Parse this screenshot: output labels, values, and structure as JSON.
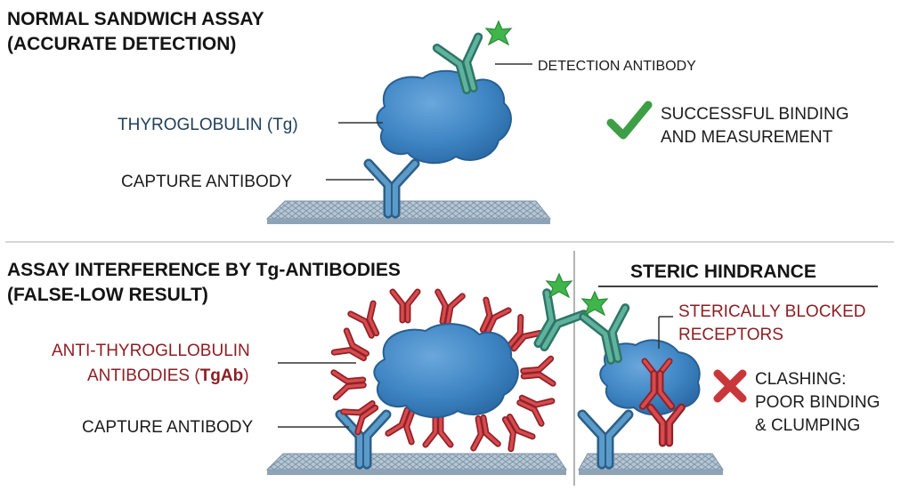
{
  "top": {
    "title_line1": "NORMAL SANDWICH ASSAY",
    "title_line2": "(ACCURATE DETECTION)",
    "label_detection": "DETECTION ANTIBODY",
    "label_tg": "THYROGLOBULIN (Tg)",
    "label_capture": "CAPTURE ANTIBODY",
    "result_line1": "SUCCESSFUL BINDING",
    "result_line2": "AND MEASUREMENT"
  },
  "bottom_left": {
    "title_line1": "ASSAY INTERFERENCE BY Tg-ANTIBODIES",
    "title_line2": "(FALSE-LOW RESULT)",
    "label_tgab_line1": "ANTI-THYROGLLOBULIN",
    "label_tgab_line2_prefix": "ANTIBODIES (",
    "label_tgab_line2_bold": "TgAb",
    "label_tgab_line2_suffix": ")",
    "label_capture": "CAPTURE ANTIBODY"
  },
  "bottom_right": {
    "title": "STERIC HINDRANCE",
    "label_blocked_line1": "STERICALLY BLOCKED",
    "label_blocked_line2": "RECEPTORS",
    "label_clash_line1": "CLASHING:",
    "label_clash_line2": "POOR BINDING",
    "label_clash_line3": "& CLUMPING"
  },
  "icons": {
    "check": "check-icon",
    "cross": "cross-icon",
    "star": "fluorescent-star-icon"
  },
  "colors": {
    "tg_protein": "#3f86c4",
    "tg_protein_dark": "#2a5f95",
    "capture_antibody": "#4a87b8",
    "detection_antibody": "#4fa08c",
    "tgab_antibody": "#c4363b",
    "star": "#3fb54c",
    "check": "#3e9e45",
    "cross": "#c8373a",
    "label_blue": "#1e3f5a",
    "label_red": "#8c1f24"
  }
}
